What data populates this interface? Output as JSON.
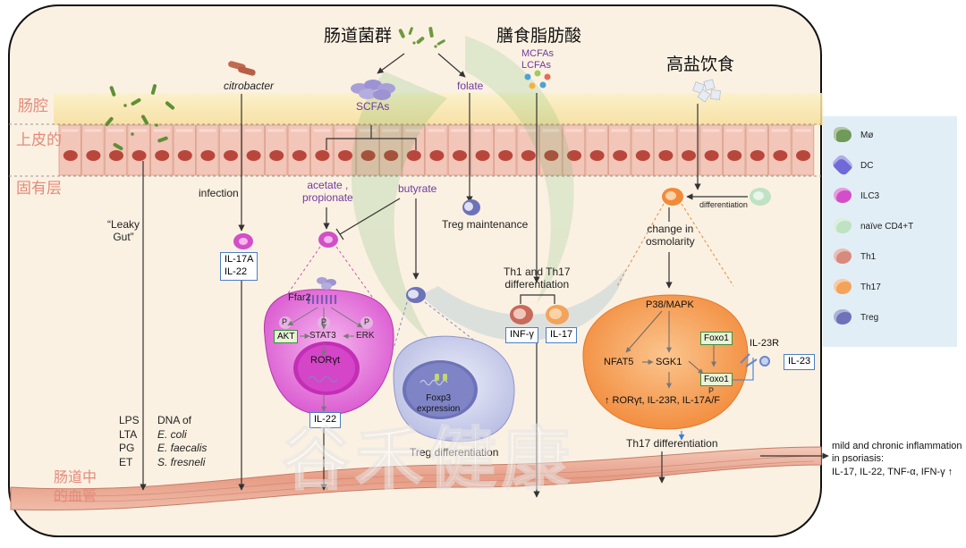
{
  "zones": {
    "lumen": "肠腔",
    "epithelium": "上皮的",
    "lamina": "固有层",
    "vessel": "肠道中\n的血管"
  },
  "top": {
    "microbiota": "肠道菌群",
    "fatty_acids": "膳食脂肪酸",
    "high_salt": "高盐饮食",
    "mcfas": "MCFAs",
    "lcfas": "LCFAs",
    "scfas": "SCFAs",
    "folate": "folate",
    "citrobacter": "citrobacter"
  },
  "left": {
    "leaky_gut": "“Leaky\nGut”",
    "infection": "infection",
    "il17a": "IL-17A",
    "il22": "IL-22",
    "pamps": [
      "LPS",
      "LTA",
      "PG",
      "ET"
    ],
    "dna_of": "DNA of",
    "bacteria": [
      "E. coli",
      "E. faecalis",
      "S. fresneli"
    ]
  },
  "middle": {
    "acetate": "acetate ,\npropionate",
    "butyrate": "butyrate",
    "ffar2": "Ffar2",
    "akt": "AKT",
    "stat3": "STAT3",
    "erk": "ERK",
    "p": "P",
    "rorgt": "RORγt",
    "il22_out": "IL-22",
    "treg_maintenance": "Treg maintenance",
    "foxp3": "Foxp3\nexpression",
    "treg_diff": "Treg differentiation"
  },
  "th": {
    "th1_th17_diff": "Th1 and Th17\ndifferentiation",
    "infg": "INF-γ",
    "il17": "IL-17"
  },
  "right": {
    "differentiation": "differentiation",
    "osmolarity": "change in\nosmolarity",
    "p38": "P38/MAPK",
    "nfat5": "NFAT5",
    "sgk1": "SGK1",
    "foxo1": "Foxo1",
    "il23r": "IL-23R",
    "il23": "IL-23",
    "upreg": "↑ RORγt, IL-23R, IL-17A/F",
    "th17_diff": "Th17 differentiation",
    "psoriasis": "mild and chronic inflammation\nin psoriasis:\nIL-17, IL-22, TNF-α, IFN-γ ↑"
  },
  "legend": {
    "items": [
      {
        "label": "Mø",
        "color": "#6f9a5a"
      },
      {
        "label": "DC",
        "color": "#6f6ad8"
      },
      {
        "label": "ILC3",
        "color": "#d24fc7"
      },
      {
        "label": "naïve CD4+T",
        "color": "#bfe2c2"
      },
      {
        "label": "Th1",
        "color": "#d88a7c"
      },
      {
        "label": "Th17",
        "color": "#f3a35a"
      },
      {
        "label": "Treg",
        "color": "#6e72b8"
      }
    ]
  },
  "watermark": "谷禾健康"
}
